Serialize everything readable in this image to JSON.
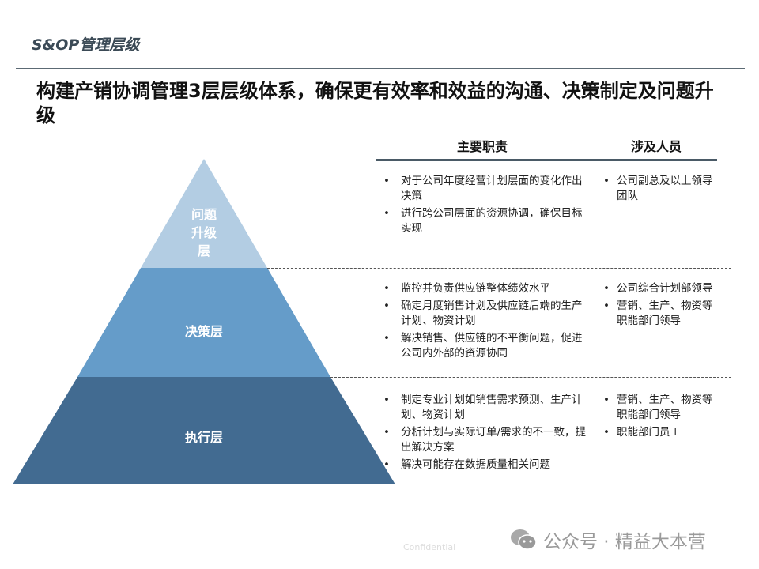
{
  "section_title": "S&OP管理层级",
  "headline": "构建产销协调管理3层层级体系，确保更有效率和效益的沟通、决策制定及问题升级",
  "columns": {
    "responsibilities": "主要职责",
    "personnel": "涉及人员"
  },
  "layers": [
    {
      "name": "问题\n升级\n层",
      "color": "#b3cde3",
      "responsibilities": [
        "对于公司年度经营计划层面的变化作出决策",
        "进行跨公司层面的资源协调，确保目标实现"
      ],
      "personnel": [
        "公司副总及以上领导团队"
      ]
    },
    {
      "name": "决策层",
      "color": "#659cc9",
      "responsibilities": [
        "监控并负责供应链整体绩效水平",
        "确定月度销售计划及供应链后端的生产计划、物资计划",
        "解决销售、供应链的不平衡问题，促进公司内外部的资源协同"
      ],
      "personnel": [
        "公司综合计划部领导",
        "营销、生产、物资等职能部门领导"
      ]
    },
    {
      "name": "执行层",
      "color": "#426b91",
      "responsibilities": [
        "制定专业计划如销售需求预测、生产计划、物资计划",
        "分析计划与实际订单/需求的不一致，提出解决方案",
        "解决可能存在数据质量相关问题"
      ],
      "personnel": [
        "营销、生产、物资等职能部门领导",
        "职能部门员工"
      ]
    }
  ],
  "footer": {
    "confidential": "Confidential",
    "watermark": "公众号 · 精益大本营"
  }
}
